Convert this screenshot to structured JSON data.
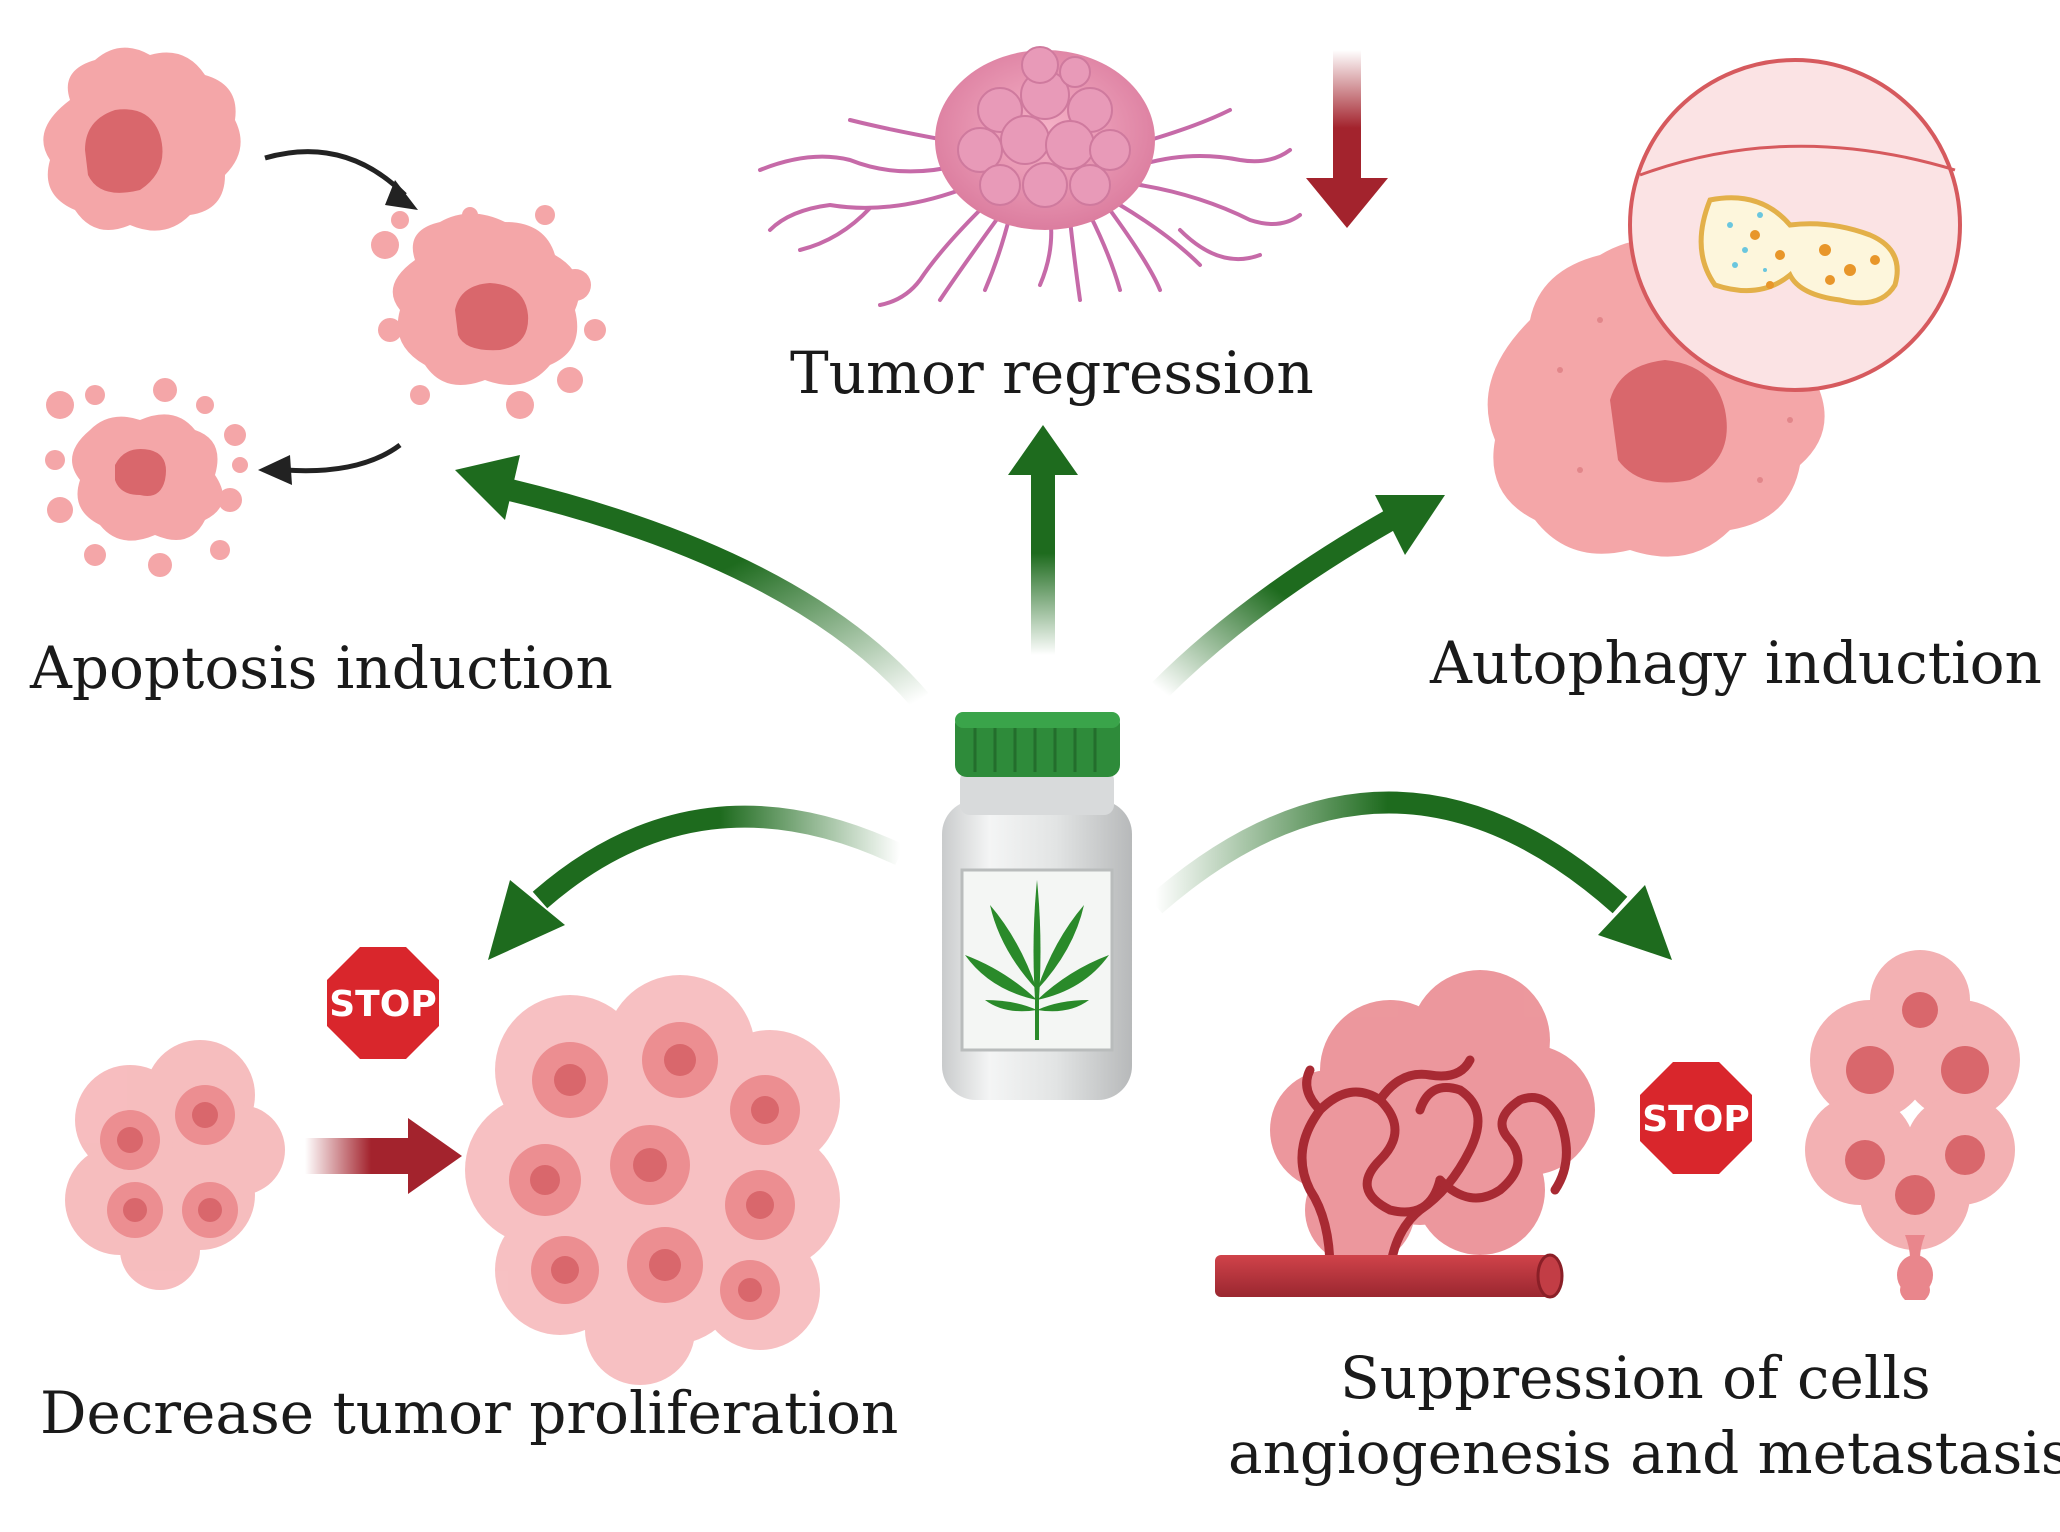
{
  "labels": {
    "tumor_regression": "Tumor regression",
    "apoptosis": "Apoptosis induction",
    "autophagy": "Autophagy induction",
    "proliferation": "Decrease tumor proliferation",
    "suppression_line1": "Suppression of cells",
    "suppression_line2": "angiogenesis and metastasis"
  },
  "stop_signs": {
    "left": "STOP",
    "right": "STOP"
  },
  "icons": [
    "apoptosis-cell-icon",
    "tumor-icon",
    "autophagy-cell-icon",
    "cannabis-bottle-icon",
    "stop-sign-icon",
    "blood-vessel-icon",
    "metastasis-cluster-icon"
  ],
  "colors": {
    "green_arrow": "#1e6b1e",
    "red_arrow": "#a3232d",
    "cell_pink": "#f2a0a3",
    "nucleus": "#d9676c",
    "stop_red": "#d9262c",
    "bottle_cap": "#2e8b3a",
    "leaf": "#2a8a2a",
    "vessel": "#b8333a"
  }
}
